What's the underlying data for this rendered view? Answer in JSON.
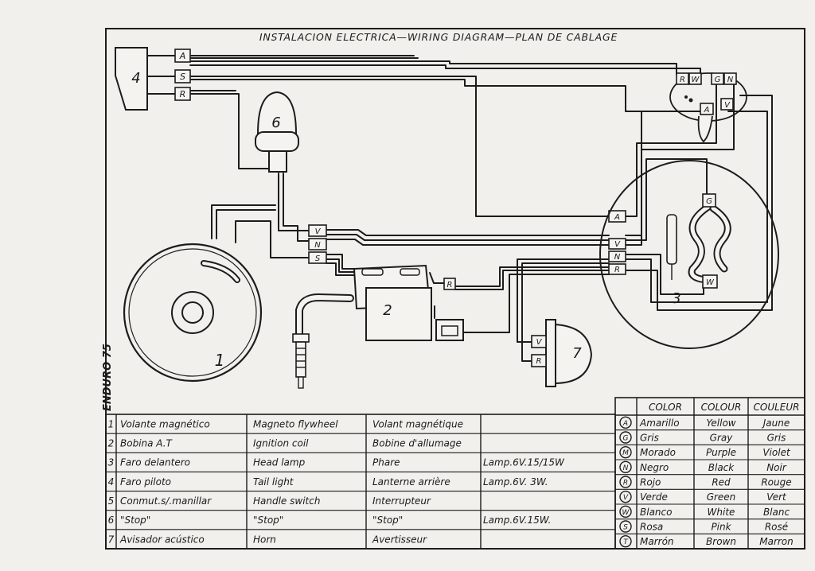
{
  "title": "INSTALACION ELECTRICA—WIRING DIAGRAM—PLAN DE CABLAGE",
  "model": "ENDURO 75",
  "component_numbers": [
    "1",
    "2",
    "3",
    "4",
    "6",
    "7"
  ],
  "connector_letters": {
    "switch": [
      "A",
      "S",
      "R"
    ],
    "lamp_top": [
      "R",
      "W",
      "G",
      "N",
      "A",
      "V"
    ],
    "junction_upper": [
      "V",
      "N",
      "S"
    ],
    "junction_right": [
      "A",
      "V",
      "N",
      "R"
    ],
    "coil": "R",
    "horn": [
      "V",
      "R"
    ],
    "headlamp": [
      "G",
      "W"
    ]
  },
  "parts_table": {
    "rows": [
      {
        "num": "1",
        "es": "Volante magnético",
        "en": "Magneto flywheel",
        "fr": "Volant magnétique",
        "spec": ""
      },
      {
        "num": "2",
        "es": "Bobina A.T",
        "en": "Ignition coil",
        "fr": "Bobine d'allumage",
        "spec": ""
      },
      {
        "num": "3",
        "es": "Faro delantero",
        "en": "Head lamp",
        "fr": "Phare",
        "spec": "Lamp.6V.15/15W"
      },
      {
        "num": "4",
        "es": "Faro piloto",
        "en": "Tail light",
        "fr": "Lanterne arrière",
        "spec": "Lamp.6V. 3W."
      },
      {
        "num": "5",
        "es": "Conmut.s/.manillar",
        "en": "Handle switch",
        "fr": "Interrupteur",
        "spec": ""
      },
      {
        "num": "6",
        "es": "\"Stop\"",
        "en": "\"Stop\"",
        "fr": "\"Stop\"",
        "spec": "Lamp.6V.15W."
      },
      {
        "num": "7",
        "es": "Avisador acústico",
        "en": "Horn",
        "fr": "Avertisseur",
        "spec": ""
      }
    ]
  },
  "color_table": {
    "headers": [
      "COLOR",
      "COLOUR",
      "COULEUR"
    ],
    "rows": [
      {
        "code": "A",
        "es": "Amarillo",
        "en": "Yellow",
        "fr": "Jaune"
      },
      {
        "code": "G",
        "es": "Gris",
        "en": "Gray",
        "fr": "Gris"
      },
      {
        "code": "M",
        "es": "Morado",
        "en": "Purple",
        "fr": "Violet"
      },
      {
        "code": "N",
        "es": "Negro",
        "en": "Black",
        "fr": "Noir"
      },
      {
        "code": "R",
        "es": "Rojo",
        "en": "Red",
        "fr": "Rouge"
      },
      {
        "code": "V",
        "es": "Verde",
        "en": "Green",
        "fr": "Vert"
      },
      {
        "code": "W",
        "es": "Blanco",
        "en": "White",
        "fr": "Blanc"
      },
      {
        "code": "S",
        "es": "Rosa",
        "en": "Pink",
        "fr": "Rosé"
      },
      {
        "code": "T",
        "es": "Marrón",
        "en": "Brown",
        "fr": "Marron"
      }
    ]
  },
  "colors": {
    "paper": "#f1f0ec",
    "ink": "#1c1c1c"
  }
}
